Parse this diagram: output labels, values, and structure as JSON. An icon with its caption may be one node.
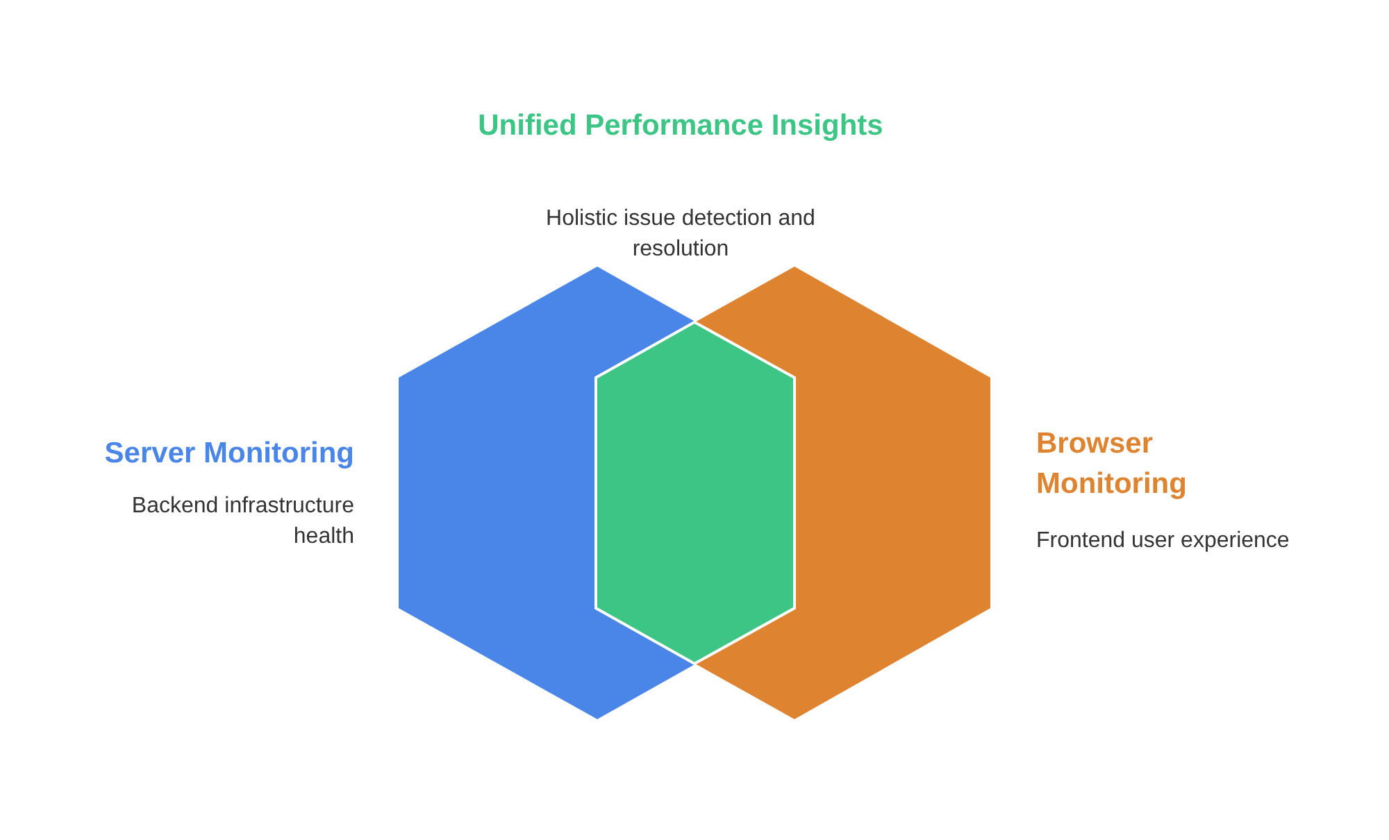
{
  "diagram": {
    "nodes": [
      {
        "text": [
          "Unified Performance Insights",
          "Holistic issue detection and resolution"
        ]
      },
      {
        "text": [
          "Server Monitoring",
          "Backend infrastructure health"
        ]
      },
      {
        "text": [
          "Browser Monitoring",
          "Frontend user experience"
        ]
      }
    ],
    "edges": []
  }
}
